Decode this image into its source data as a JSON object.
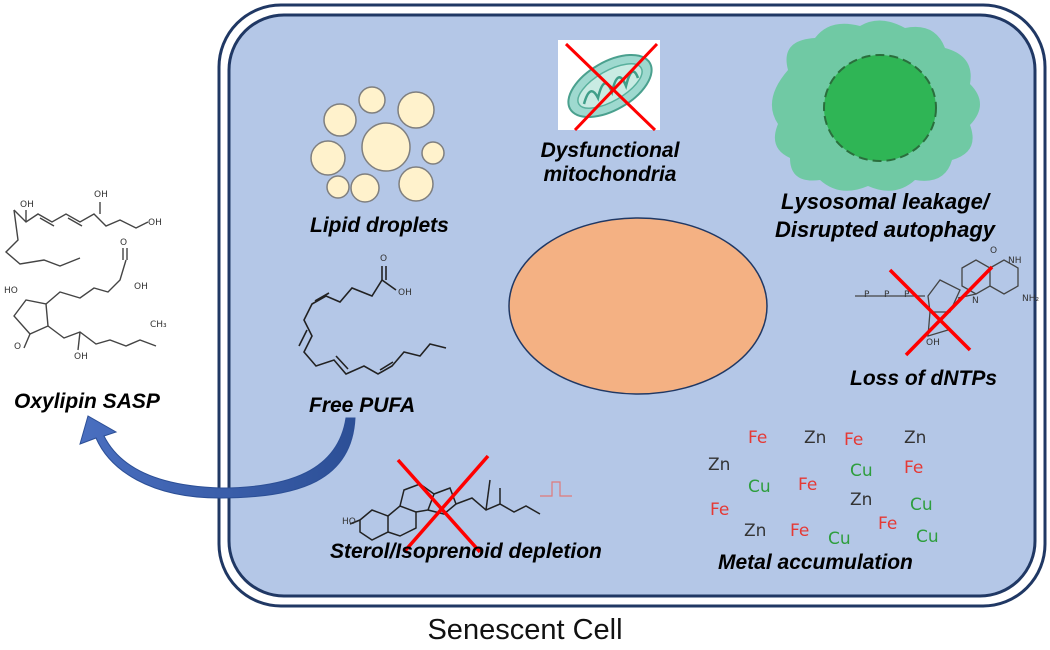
{
  "title": "Senescent Cell",
  "labels": {
    "lipid_droplets": "Lipid droplets",
    "dysfunctional_mito_line1": "Dysfunctional",
    "dysfunctional_mito_line2": "mitochondria",
    "lysosomal_line1": "Lysosomal leakage/",
    "lysosomal_line2": "Disrupted autophagy",
    "free_pufa": "Free PUFA",
    "loss_dntps": "Loss of dNTPs",
    "sterol": "Sterol/Isoprenoid depletion",
    "metal": "Metal accumulation",
    "oxylipin": "Oxylipin SASP"
  },
  "chem_text": {
    "oh": "OH",
    "ho": "HO",
    "o": "O",
    "n": "N",
    "nh": "NH",
    "nh2": "NH₂",
    "p": "P",
    "ch3": "CH₃"
  },
  "metals": [
    {
      "sym": "Fe",
      "color": "#e53935"
    },
    {
      "sym": "Zn",
      "color": "#333333"
    },
    {
      "sym": "Fe",
      "color": "#e53935"
    },
    {
      "sym": "Zn",
      "color": "#333333"
    },
    {
      "sym": "Zn",
      "color": "#333333"
    },
    {
      "sym": "Cu",
      "color": "#2e9e3e"
    },
    {
      "sym": "Fe",
      "color": "#e53935"
    },
    {
      "sym": "Cu",
      "color": "#2e9e3e"
    },
    {
      "sym": "Fe",
      "color": "#e53935"
    },
    {
      "sym": "Zn",
      "color": "#333333"
    },
    {
      "sym": "Cu",
      "color": "#2e9e3e"
    },
    {
      "sym": "Fe",
      "color": "#e53935"
    },
    {
      "sym": "Zn",
      "color": "#333333"
    },
    {
      "sym": "Fe",
      "color": "#e53935"
    },
    {
      "sym": "Cu",
      "color": "#2e9e3e"
    },
    {
      "sym": "Fe",
      "color": "#e53935"
    },
    {
      "sym": "Cu",
      "color": "#2e9e3e"
    }
  ],
  "colors": {
    "cell_fill": "#b4c7e7",
    "cell_border": "#203864",
    "nucleus": "#f4b183",
    "droplet": "#fff2cc",
    "lysosome_outer": "#70c9a4",
    "lysosome_inner": "#2fb555",
    "arrow": "#3a5fae",
    "cross": "#ff0000"
  }
}
